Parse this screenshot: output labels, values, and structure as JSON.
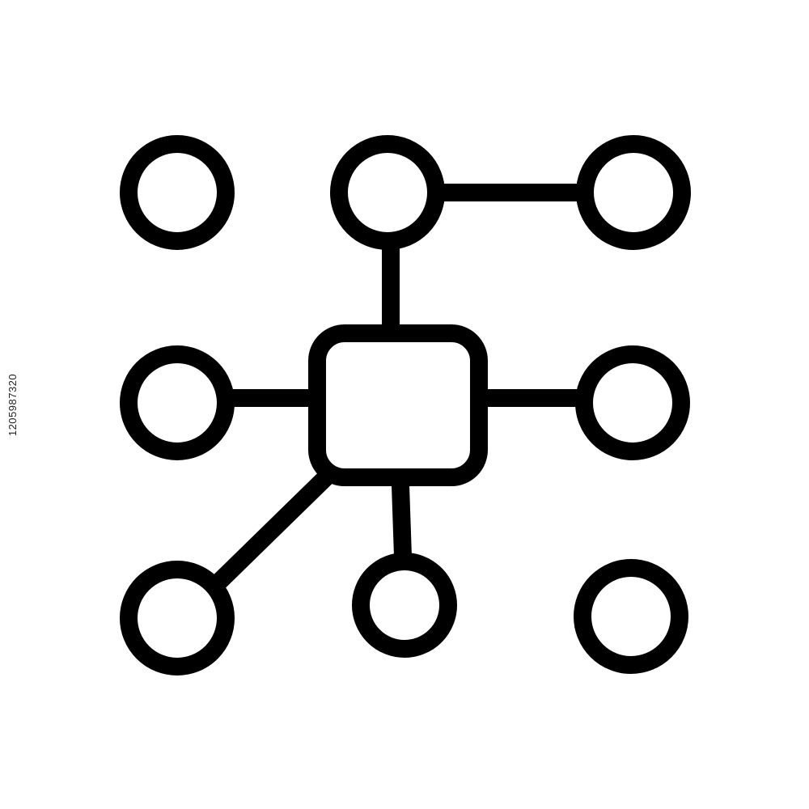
{
  "icon": {
    "name": "network-hub-icon",
    "stroke_color": "#000000",
    "background_color": "#ffffff",
    "hub_shape": "rounded-square",
    "node_shape": "circle",
    "node_count": 8,
    "connected_node_count": 6
  },
  "watermark": {
    "stock_id": "1205987320"
  }
}
